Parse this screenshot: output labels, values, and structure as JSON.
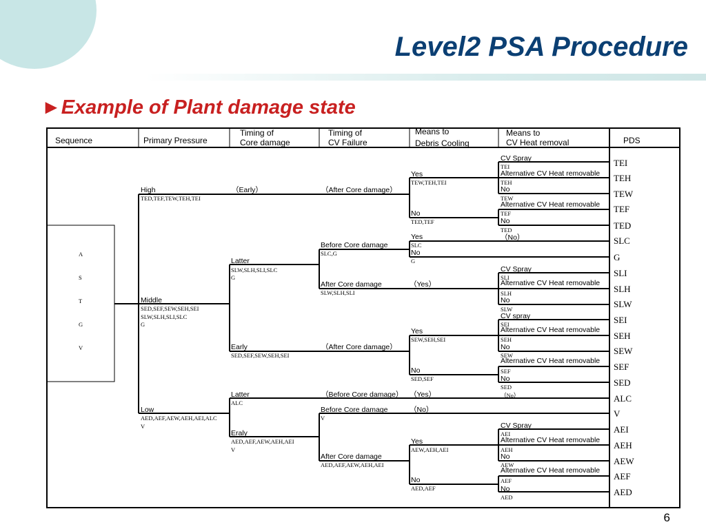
{
  "slide": {
    "title": "Level2 PSA Procedure",
    "subtitle_marker": "►",
    "subtitle": "Example of Plant damage state",
    "page_number": "6",
    "accent_color": "#0b3f73",
    "subtitle_color": "#c82020"
  },
  "headers": {
    "sequence": "Sequence",
    "primary_pressure": "Primary Pressure",
    "timing_core_1": "Timing of",
    "timing_core_2": "Core damage",
    "timing_cv_1": "Timing of",
    "timing_cv_2": "CV Failure",
    "debris_1": "Means to",
    "debris_2": "Debris Cooling",
    "heat_1": "Means to",
    "heat_2": "CV Heat removal",
    "pds": "PDS"
  },
  "sequence_letters": [
    "A",
    "S",
    "T",
    "G",
    "V"
  ],
  "pds_list": [
    "TEI",
    "TEH",
    "TEW",
    "TEF",
    "TED",
    "SLC",
    "G",
    "SLI",
    "SLH",
    "SLW",
    "SEI",
    "SEH",
    "SEW",
    "SEF",
    "SED",
    "ALC",
    "V",
    "AEI",
    "AEH",
    "AEW",
    "AEF",
    "AED"
  ],
  "labels": {
    "high": "High",
    "high_sub": "TED,TEF,TEW,TEH,TEI",
    "early_paren": "（Early）",
    "after_core_paren": "（After Core damage）",
    "yes_te": "Yes",
    "yes_te_sub": "TEW,TEH,TEI",
    "cv_spray_1": "CV Spray",
    "tei_sub": "TEI",
    "alt_1": "Alternative CV Heat removable",
    "teh_sub": "TEH",
    "no_1": "No",
    "tew_sub": "TEW",
    "no_te": "No",
    "no_te_sub": "TED,TEF",
    "alt_2": "Alternative CV Heat removable",
    "tef_sub": "TEF",
    "no_2": "No",
    "ted_sub": "TED",
    "middle": "Middle",
    "middle_sub1": "SED,SEF,SEW,SEH,SEI",
    "middle_sub2": "SLW,SLH,SLI,SLC",
    "middle_sub3": "G",
    "latter_1": "Latter",
    "latter_1_sub1": "SLW,SLH,SLI,SLC",
    "latter_1_sub2": "G",
    "before_core_1": "Before Core damage",
    "before_core_1_sub": "SLC,G",
    "yes_slc": "Yes",
    "slc_sub": "SLC",
    "no_g": "No",
    "g_sub": "G",
    "no_paren_1": "（No）",
    "after_core_1": "After Core damage",
    "after_core_1_sub": "SLW,SLH,SLI",
    "yes_paren_1": "（Yes）",
    "cv_spray_2": "CV Spray",
    "sli_sub": "SLI",
    "alt_3": "Alternative CV Heat removable",
    "slh_sub": "SLH",
    "no_3": "No",
    "slw_sub": "SLW",
    "early_1": "Early",
    "early_1_sub": "SED,SEF,SEW,SEH,SEI",
    "after_core_paren_2": "（After Core damage）",
    "yes_se": "Yes",
    "yes_se_sub": "SEW,SEH,SEI",
    "cv_spray_3": "CV spray",
    "sei_sub": "SEI",
    "alt_4": "Alternative CV Heat removable",
    "seh_sub": "SEH",
    "no_4": "No",
    "sew_sub": "SEW",
    "alt_5": "Alternative CV Heat removable",
    "no_se": "No",
    "no_se_sub": "SED,SEF",
    "sef_sub": "SEF",
    "no_5": "No",
    "sed_sub": "SED",
    "latter_2": "Latter",
    "latter_2_sub": "ALC",
    "before_core_paren": "（Before Core damage）",
    "yes_paren_2": "（Yes）",
    "no_paren_2": "（No）",
    "low": "Low",
    "low_sub1": "AED,AEF,AEW,AEH,AEI,ALC",
    "low_sub2": "V",
    "before_core_2": "Before Core damage",
    "before_core_2_sub": "V",
    "no_paren_3": "（No）",
    "eraly": "Eraly",
    "eraly_sub1": "AED,AEF,AEW,AEH,AEI",
    "eraly_sub2": "V",
    "after_core_2": "After Core damage",
    "after_core_2_sub": "AED,AEF,AEW,AEH,AEI",
    "cv_spray_4": "CV Spray",
    "aei_sub": "AEI",
    "yes_ae": "Yes",
    "yes_ae_sub": "AEW,AEH,AEI",
    "alt_6": "Alternative CV Heat removable",
    "aeh_sub": "AEH",
    "no_6": "No",
    "aew_sub": "AEW",
    "alt_7": "Alternative CV Heat removable",
    "no_ae": "No",
    "no_ae_sub": "AED,AEF",
    "aef_sub": "AEF",
    "no_7": "No",
    "aed_sub": "AED"
  }
}
